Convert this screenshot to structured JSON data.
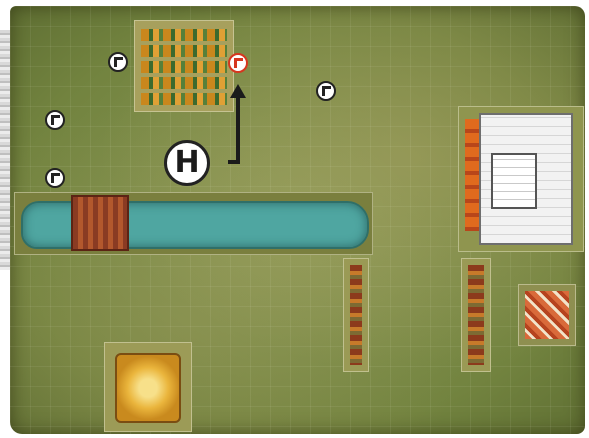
{
  "board": {
    "tiles": [
      {
        "name": "crop-field"
      },
      {
        "name": "pond"
      },
      {
        "name": "manor"
      },
      {
        "name": "hedge-west"
      },
      {
        "name": "hedge-east"
      },
      {
        "name": "flower-bed"
      },
      {
        "name": "haystack"
      }
    ]
  },
  "tokens": {
    "hero": {
      "label": "H",
      "icon": "hero-token-icon"
    },
    "markers": [
      {
        "icon": "guard-marker-icon",
        "color": "#222222"
      },
      {
        "icon": "guard-marker-icon",
        "color": "#d6361f",
        "highlighted": true
      },
      {
        "icon": "guard-marker-icon",
        "color": "#222222"
      },
      {
        "icon": "guard-marker-icon",
        "color": "#222222"
      },
      {
        "icon": "guard-marker-icon",
        "color": "#222222"
      }
    ]
  },
  "path": {
    "direction": "up",
    "color": "#1b1b1b"
  },
  "colors": {
    "grass": "#72833f",
    "water": "#4fa6a1",
    "highlight": "#d6361f"
  }
}
